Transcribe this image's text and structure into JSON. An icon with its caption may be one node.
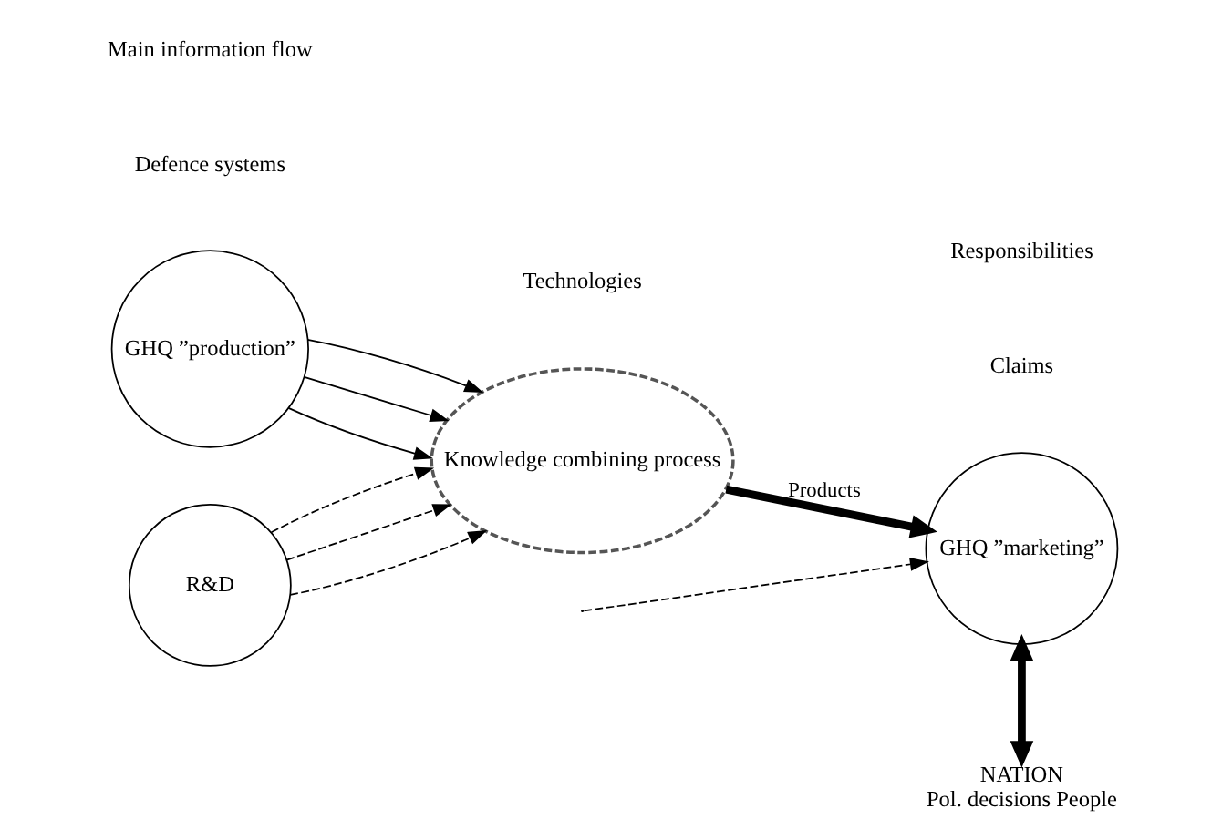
{
  "diagram": {
    "nodes": [
      {
        "text": [
          "GHQ ”production”"
        ]
      },
      {
        "text": [
          "Knowledge combining process"
        ]
      },
      {
        "text": [
          "GHQ ”marketing”"
        ]
      },
      {
        "text": [
          "R&D"
        ]
      },
      {
        "text": [
          "NATION",
          "Pol. decisions People"
        ]
      }
    ],
    "edges": [
      {
        "from": 0,
        "to": 1,
        "arrow": "to"
      },
      {
        "from": 0,
        "to": 1,
        "arrow": "to"
      },
      {
        "from": 0,
        "to": 1,
        "arrow": "to"
      },
      {
        "from": 3,
        "to": 1,
        "arrow": "to",
        "style": "dashed"
      },
      {
        "from": 3,
        "to": 1,
        "arrow": "to",
        "style": "dashed"
      },
      {
        "from": 3,
        "to": 1,
        "arrow": "to",
        "style": "dashed"
      },
      {
        "from": 1,
        "to": 2,
        "arrow": "to",
        "label": "Products",
        "style": "thick"
      },
      {
        "from": null,
        "to": 2,
        "arrow": "to",
        "style": "dashed"
      },
      {
        "from": 2,
        "to": 4,
        "arrow": "both",
        "style": "thick"
      }
    ],
    "labels": [
      "Defence systems",
      "Technologies",
      "Claims",
      "Responsibilities",
      "Main information flow"
    ]
  }
}
